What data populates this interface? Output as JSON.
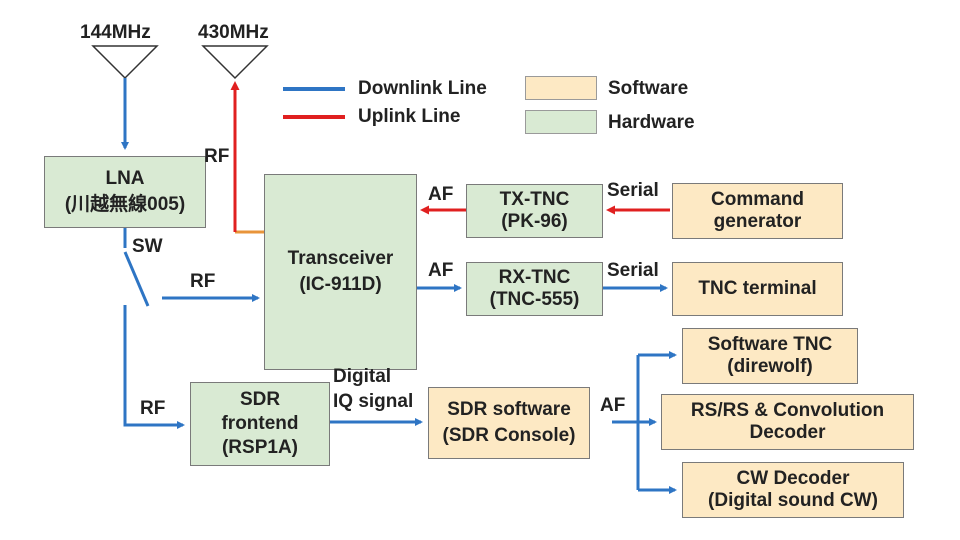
{
  "antennas": {
    "a144": "144MHz",
    "a430": "430MHz"
  },
  "legend": {
    "downlink": "Downlink Line",
    "uplink": "Uplink Line",
    "software": "Software",
    "hardware": "Hardware"
  },
  "colors": {
    "downlink": "#2e75c4",
    "uplink": "#e02020",
    "uplink_stub": "#e8943a",
    "software_fill": "#fde9c4",
    "hardware_fill": "#d9ead3",
    "border": "#7a7a7a"
  },
  "boxes": {
    "lna": {
      "line1": "LNA",
      "line2": "(川越無線005)"
    },
    "transceiver": {
      "line1": "Transceiver",
      "line2": "(IC-911D)"
    },
    "tx_tnc": {
      "line1": "TX-TNC",
      "line2": "(PK-96)"
    },
    "rx_tnc": {
      "line1": "RX-TNC",
      "line2": "(TNC-555)"
    },
    "command_generator": {
      "line1": "Command",
      "line2": "generator"
    },
    "tnc_terminal": {
      "line1": "TNC terminal"
    },
    "sdr_frontend": {
      "line1": "SDR",
      "line2": "frontend",
      "line3": "(RSP1A)"
    },
    "sdr_software": {
      "line1": "SDR software",
      "line2": "(SDR Console)"
    },
    "software_tnc": {
      "line1": "Software TNC",
      "line2": "(direwolf)"
    },
    "rs_decoder": {
      "line1": "RS/RS & Convolution",
      "line2": "Decoder"
    },
    "cw_decoder": {
      "line1": "CW Decoder",
      "line2": "(Digital sound CW)"
    }
  },
  "labels": {
    "rf_uplink": "RF",
    "sw": "SW",
    "rf_switch": "RF",
    "rf_sdr": "RF",
    "af_tx": "AF",
    "af_rx": "AF",
    "serial_tx": "Serial",
    "serial_rx": "Serial",
    "digital": "Digital",
    "iq_signal": "IQ signal",
    "af_sdr": "AF"
  }
}
